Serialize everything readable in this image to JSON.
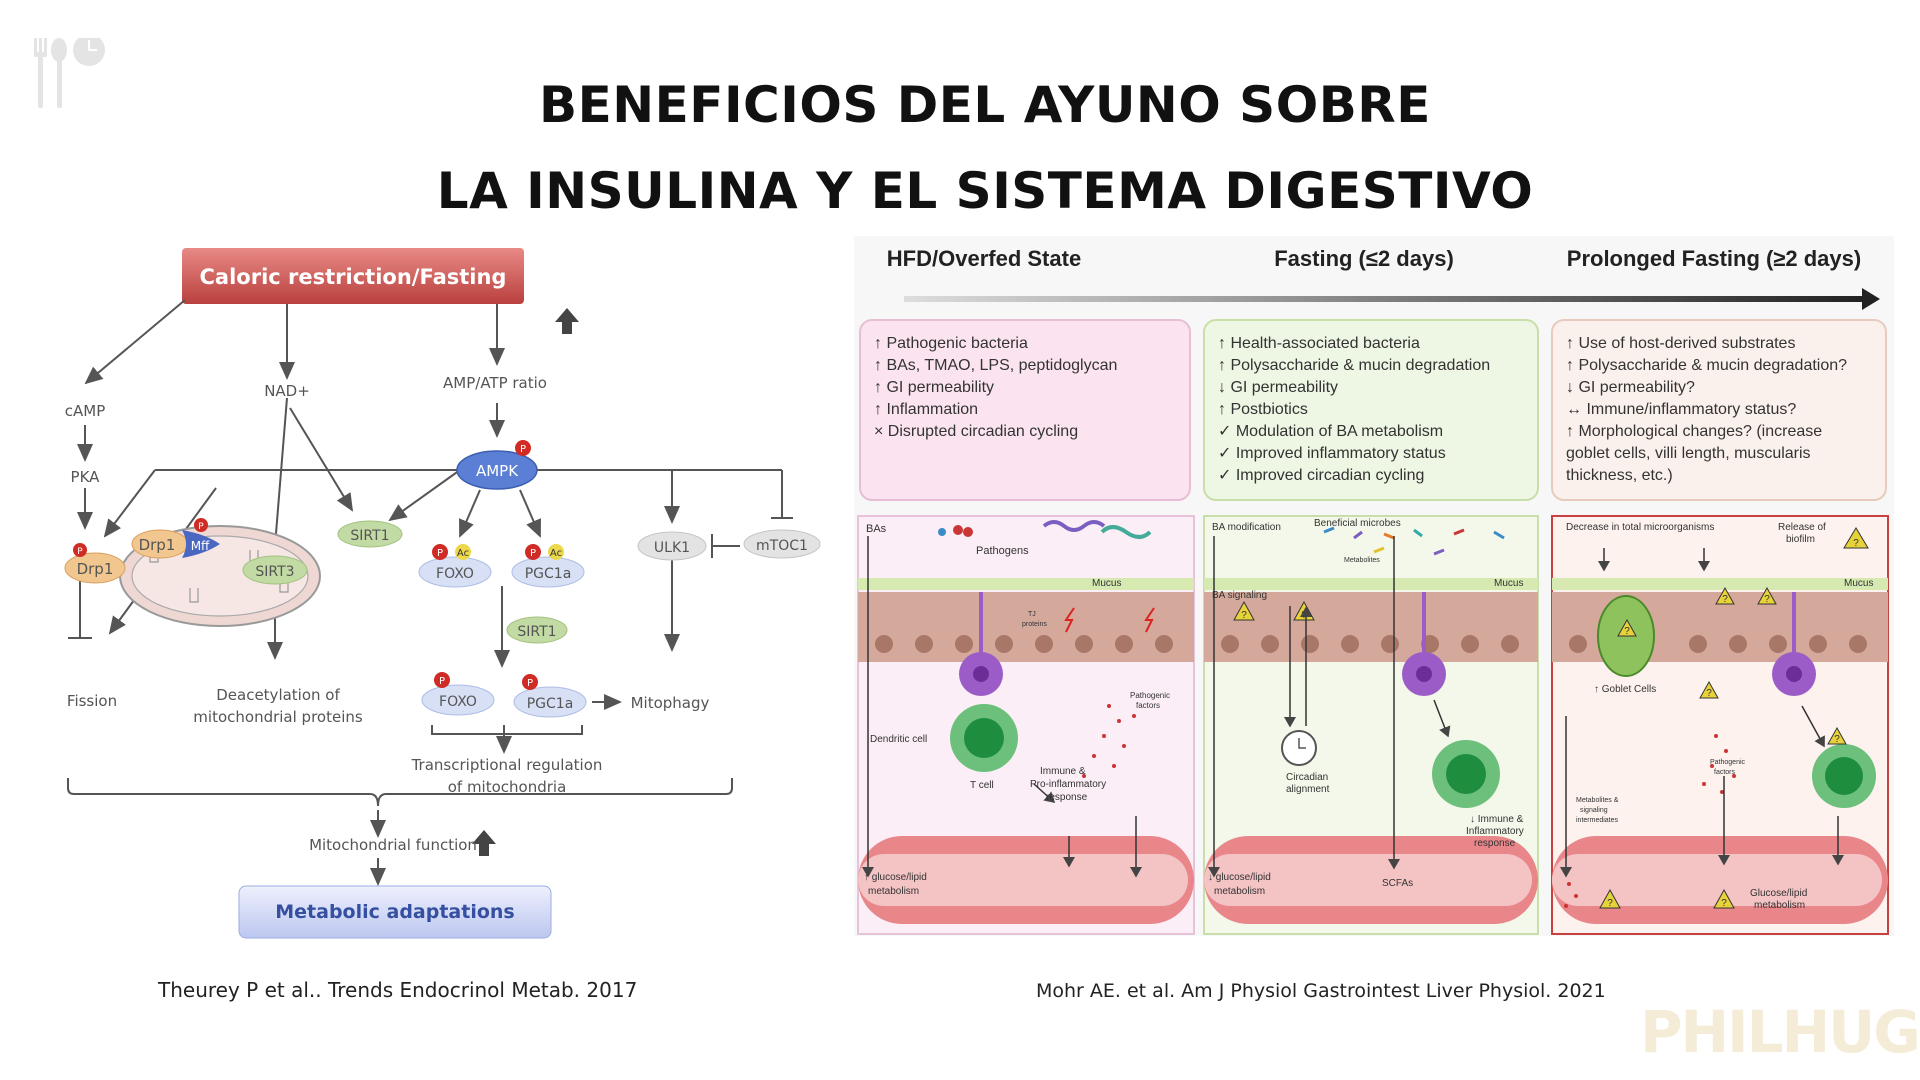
{
  "title_line1": "BENEFICIOS DEL AYUNO SOBRE",
  "title_line2": "LA INSULINA Y EL SISTEMA DIGESTIVO",
  "logo_icon": "fork-spoon-clock-icon",
  "watermark": "PHILHUGO",
  "left": {
    "header": "Caloric restriction/Fasting",
    "camp": "cAMP",
    "pka": "PKA",
    "nad": "NAD+",
    "amp_atp": "AMP/ATP ratio",
    "ampk": "AMPK",
    "p": "P",
    "ac": "Ac",
    "drp1": "Drp1",
    "mff": "Mff",
    "sirt1": "SIRT1",
    "sirt3": "SIRT3",
    "foxo": "FOXO",
    "pgc1a": "PGC1a",
    "ulk1": "ULK1",
    "mtoc1": "mTOC1",
    "fission": "Fission",
    "deacetylation": "Deacetylation of",
    "deacetylation2": "mitochondrial proteins",
    "mitophagy": "Mitophagy",
    "transcriptional": "Transcriptional regulation",
    "transcriptional2": "of mitochondria",
    "mito_function": "Mitochondrial function",
    "metabolic": "Metabolic adaptations",
    "citation": "Theurey P et al.. Trends Endocrinol Metab. 2017"
  },
  "right": {
    "stage1": "HFD/Overfed State",
    "stage2": "Fasting (≤2 days)",
    "stage3": "Prolonged Fasting (≥2 days)",
    "box1": [
      "↑ Pathogenic bacteria",
      "↑ BAs, TMAO, LPS, peptidoglycan",
      "↑ GI permeability",
      "↑ Inflammation",
      "× Disrupted circadian cycling"
    ],
    "box2": [
      "↑ Health-associated bacteria",
      "↑ Polysaccharide & mucin degradation",
      "↓ GI permeability",
      "↑ Postbiotics",
      "✓ Modulation of BA metabolism",
      "✓ Improved inflammatory status",
      "✓ Improved circadian cycling"
    ],
    "box3": [
      "↑ Use of host-derived substrates",
      "↑ Polysaccharide & mucin degradation?",
      "↓ GI permeability?",
      "↔ Immune/inflammatory status?",
      "↑ Morphological changes? (increase",
      "goblet cells, villi length, muscularis",
      "thickness, etc.)"
    ],
    "p1": {
      "bas": "BAs",
      "pathogens": "Pathogens",
      "mucus": "Mucus",
      "tj": "TJ",
      "tj2": "proteins",
      "dendritic": "Dendritic cell",
      "tcell": "T cell",
      "immune": "Immune &",
      "immune2": "Pro-inflammatory",
      "immune3": "response",
      "pathogenic": "Pathogenic",
      "pathogenic2": "factors",
      "glucose": "↑ glucose/lipid",
      "glucose2": "metabolism"
    },
    "p2": {
      "ba_mod": "BA modification",
      "beneficial": "Beneficial microbes",
      "metabolites": "Metabolites",
      "mucus": "Mucus",
      "ba_signaling": "BA signaling",
      "circadian": "Circadian",
      "circadian2": "alignment",
      "immune": "↓ Immune &",
      "immune2": "Inflammatory",
      "immune3": "response",
      "glucose": "↓ glucose/lipid",
      "glucose2": "metabolism",
      "scfas": "SCFAs"
    },
    "p3": {
      "decrease": "Decrease in total microorganisms",
      "release": "Release of",
      "release2": "biofilm",
      "mucus": "Mucus",
      "goblet": "↑ Goblet Cells",
      "pathogenic": "Pathogenic",
      "pathogenic2": "factors",
      "metabolites": "Metabolites &",
      "metabolites2": "signaling",
      "metabolites3": "intermediates",
      "glucose": "Glucose/lipid",
      "glucose2": "metabolism"
    },
    "q": "?",
    "citation": "Mohr AE. et al. Am J Physiol Gastrointest Liver Physiol. 2021"
  }
}
